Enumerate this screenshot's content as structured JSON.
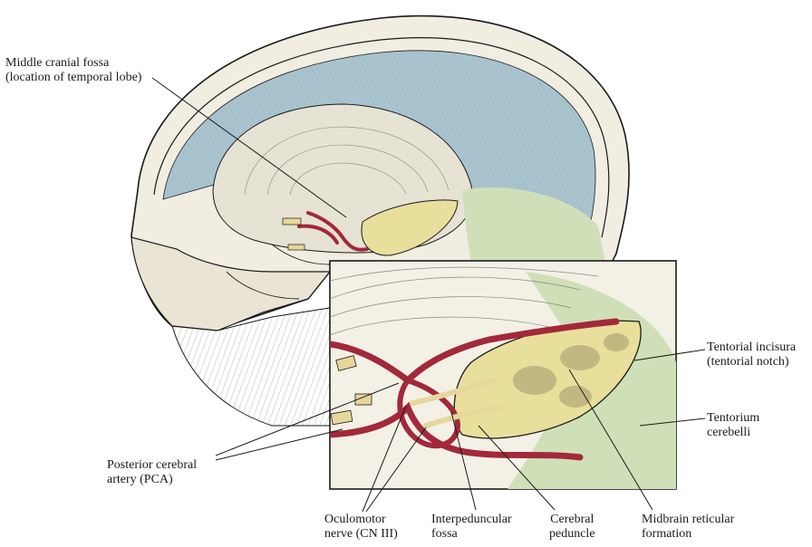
{
  "figure": {
    "labels": {
      "middle_cranial_fossa": {
        "line1": "Middle cranial fossa",
        "line2": "(location of temporal lobe)"
      },
      "tentorial_incisura": {
        "line1": "Tentorial incisura",
        "line2": "(tentorial notch)"
      },
      "tentorium_cerebelli": {
        "line1": "Tentorium",
        "line2": "cerebelli"
      },
      "posterior_cerebral_artery": {
        "line1": "Posterior cerebral",
        "line2": "artery (PCA)"
      },
      "oculomotor_nerve": {
        "line1": "Oculomotor",
        "line2": "nerve (CN III)"
      },
      "interpeduncular_fossa": {
        "line1": "Interpeduncular",
        "line2": "fossa"
      },
      "cerebral_peduncle": {
        "line1": "Cerebral",
        "line2": "peduncle"
      },
      "midbrain_reticular_formation": {
        "line1": "Midbrain reticular",
        "line2": "formation"
      }
    },
    "colors": {
      "bone": "#f1ede1",
      "bone_shade": "#c9c4b3",
      "dura_blue": "#a9c4cf",
      "tentorium_green": "#cfe0b8",
      "artery_red": "#a3283a",
      "midbrain_yellow": "#e9df9c",
      "nerve_cream": "#e7d79a",
      "line": "#1a1a1a"
    }
  }
}
